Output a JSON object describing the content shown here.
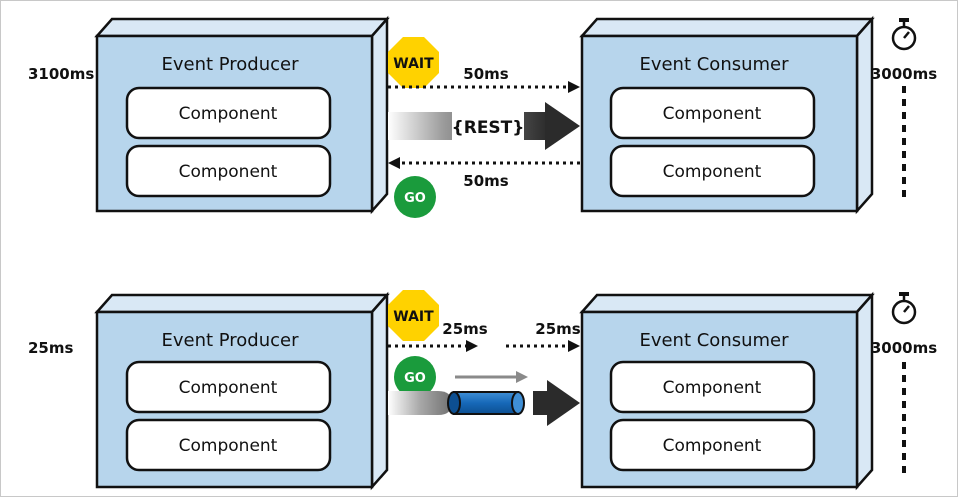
{
  "colors": {
    "box_fill": "#b7d5ec",
    "box_side": "#d9e8f5",
    "stroke": "#111111",
    "wait": "#ffd200",
    "go": "#1a9b3c",
    "pipe": "#1668b8",
    "arrow_dark": "#2b2b2b"
  },
  "top": {
    "producer": {
      "title": "Event Producer",
      "components": [
        "Component",
        "Component"
      ]
    },
    "consumer": {
      "title": "Event Consumer",
      "components": [
        "Component",
        "Component"
      ]
    },
    "producer_time": "3100ms",
    "consumer_time": "3000ms",
    "request_latency": "50ms",
    "response_latency": "50ms",
    "protocol_label": "{REST}",
    "wait_sign": "WAIT",
    "go_sign": "GO",
    "timer_icon": "stopwatch-icon"
  },
  "bottom": {
    "producer": {
      "title": "Event Producer",
      "components": [
        "Component",
        "Component"
      ]
    },
    "consumer": {
      "title": "Event Consumer",
      "components": [
        "Component",
        "Component"
      ]
    },
    "producer_time": "25ms",
    "consumer_time": "3000ms",
    "latency_1": "25ms",
    "latency_2": "25ms",
    "wait_sign": "WAIT",
    "go_sign": "GO",
    "timer_icon": "stopwatch-icon",
    "channel_icon": "message-queue-pipe-icon"
  }
}
